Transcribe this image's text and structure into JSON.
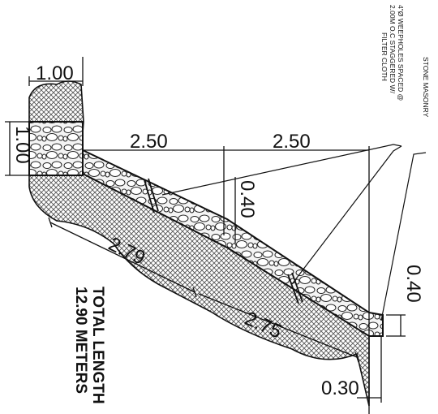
{
  "dimensions": {
    "top_width": "1.00",
    "top_height": "1.00",
    "run_upper": "2.50",
    "run_lower": "2.50",
    "thickness_upper": "0.40",
    "thickness_lower": "0.40",
    "slope_upper": "2.79",
    "slope_lower": "2.75",
    "toe_width": "0.30"
  },
  "notes": {
    "weepholes_line1": "4\"Ø WEEPHOLES SPACED @",
    "weepholes_line2": "2.00M O.C STAGGERED W/",
    "weepholes_line3": "FILTER CLOTH",
    "stone_masonry": "STONE MASONRY"
  },
  "total": {
    "line1": "TOTAL LENGTH",
    "line2": "12.90 METERS"
  },
  "colors": {
    "ink": "#111111",
    "hatch": "#555555"
  }
}
